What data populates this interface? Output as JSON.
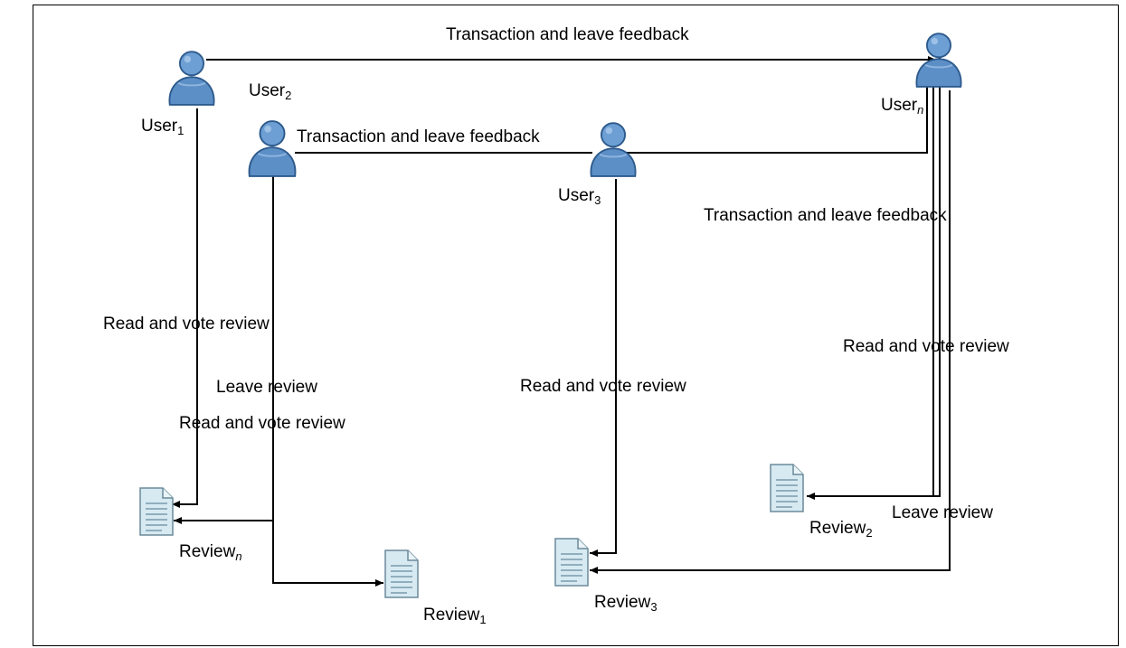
{
  "edges": {
    "top": "Transaction and leave feedback",
    "user2_user3": "Transaction and leave feedback",
    "right": "Transaction and leave feedback",
    "user1_read": "Read and vote review",
    "user2_leave": "Leave review",
    "user2_read": "Read and vote review",
    "user3_read": "Read and vote review",
    "usern_read": "Read and vote review",
    "usern_leave": "Leave review"
  },
  "users": {
    "u1": {
      "base": "User",
      "sub": "1"
    },
    "u2": {
      "base": "User",
      "sub": "2"
    },
    "u3": {
      "base": "User",
      "sub": "3"
    },
    "un": {
      "base": "User",
      "sub": "n"
    }
  },
  "reviews": {
    "rn": {
      "base": "Review",
      "sub": "n"
    },
    "r1": {
      "base": "Review",
      "sub": "1"
    },
    "r2": {
      "base": "Review",
      "sub": "2"
    },
    "r3": {
      "base": "Review",
      "sub": "3"
    }
  },
  "colors": {
    "user_fill": "#5d8fc7",
    "user_stroke": "#2d5a8c",
    "doc_fill": "#d7eaf2",
    "doc_stroke": "#6b8a9a",
    "line": "#000000"
  }
}
